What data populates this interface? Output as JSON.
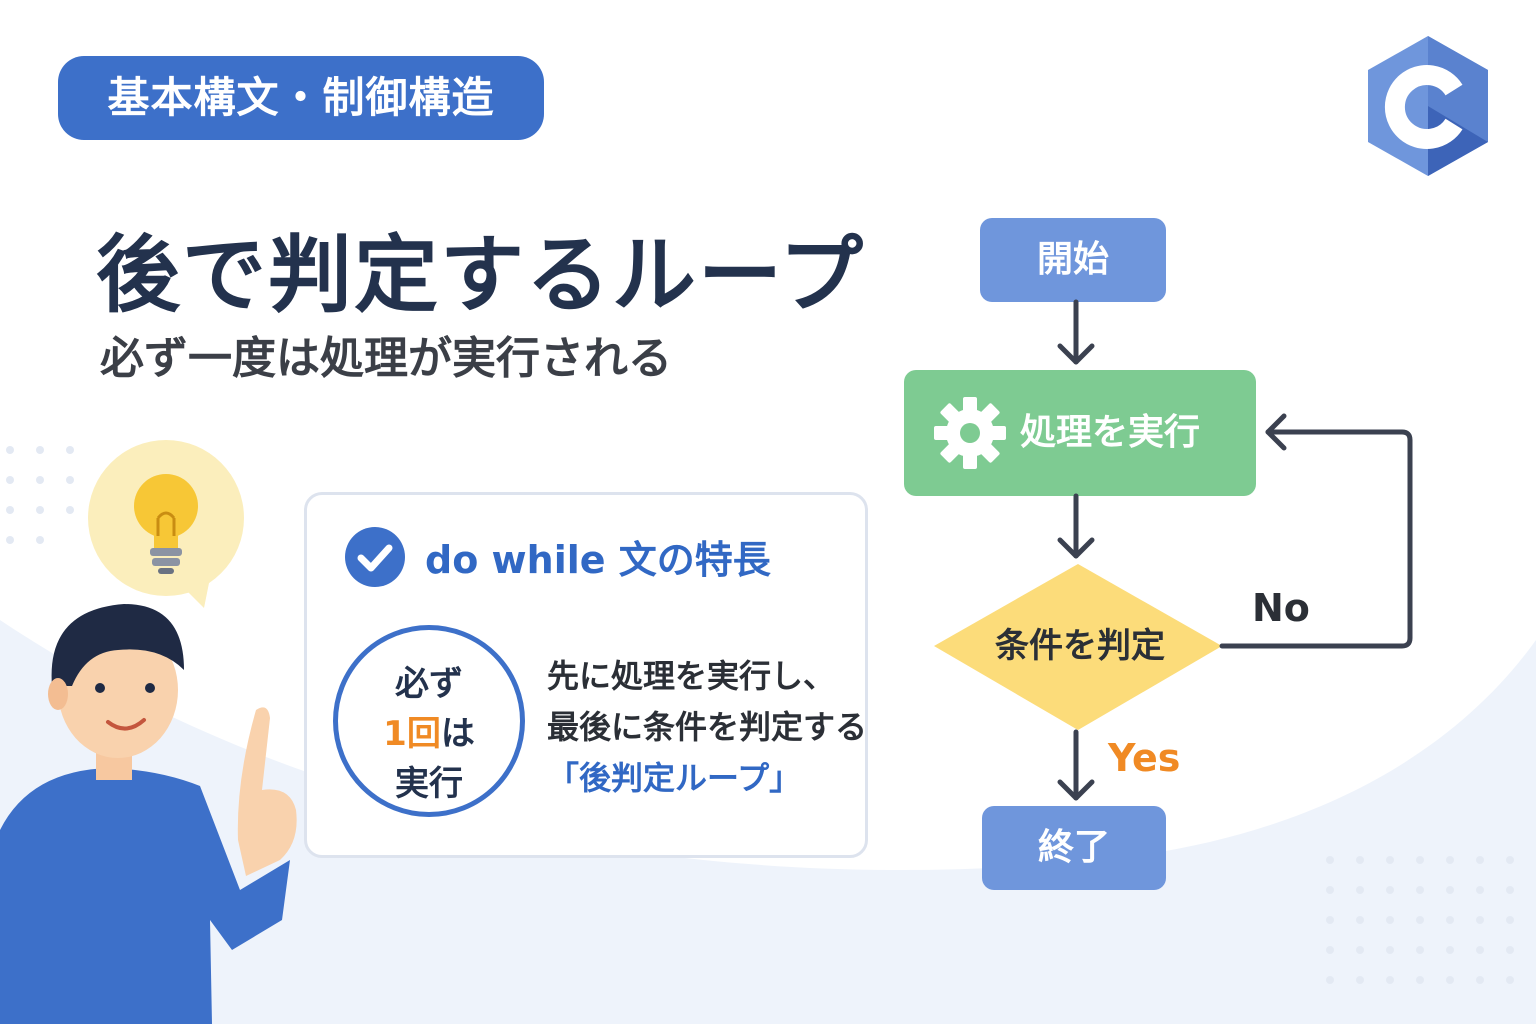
{
  "category_tag": "基本構文・制御構造",
  "title": "後で判定するループ",
  "subtitle": "必ず一度は処理が実行される",
  "logo_icon": "c-language-hexagon-logo",
  "bulb_icon": "lightbulb-icon",
  "card": {
    "title": "do while 文の特長",
    "badge": {
      "line1": "必ず",
      "line2_accent": "1回",
      "line2_rest": "は",
      "line3": "実行"
    },
    "desc_line1": "先に処理を実行し、",
    "desc_line2": "最後に条件を判定する",
    "desc_line3": "「後判定ループ」"
  },
  "flowchart": {
    "start": "開始",
    "process": "処理を実行",
    "decision": "条件を判定",
    "end": "終了",
    "no_label": "No",
    "yes_label": "Yes"
  },
  "colors": {
    "brand_blue": "#3d70c9",
    "start_end_fill": "#6f96dc",
    "process_fill": "#7ecb92",
    "decision_fill": "#fcdc7a",
    "accent_orange": "#f08a24",
    "title_navy": "#23324d"
  }
}
